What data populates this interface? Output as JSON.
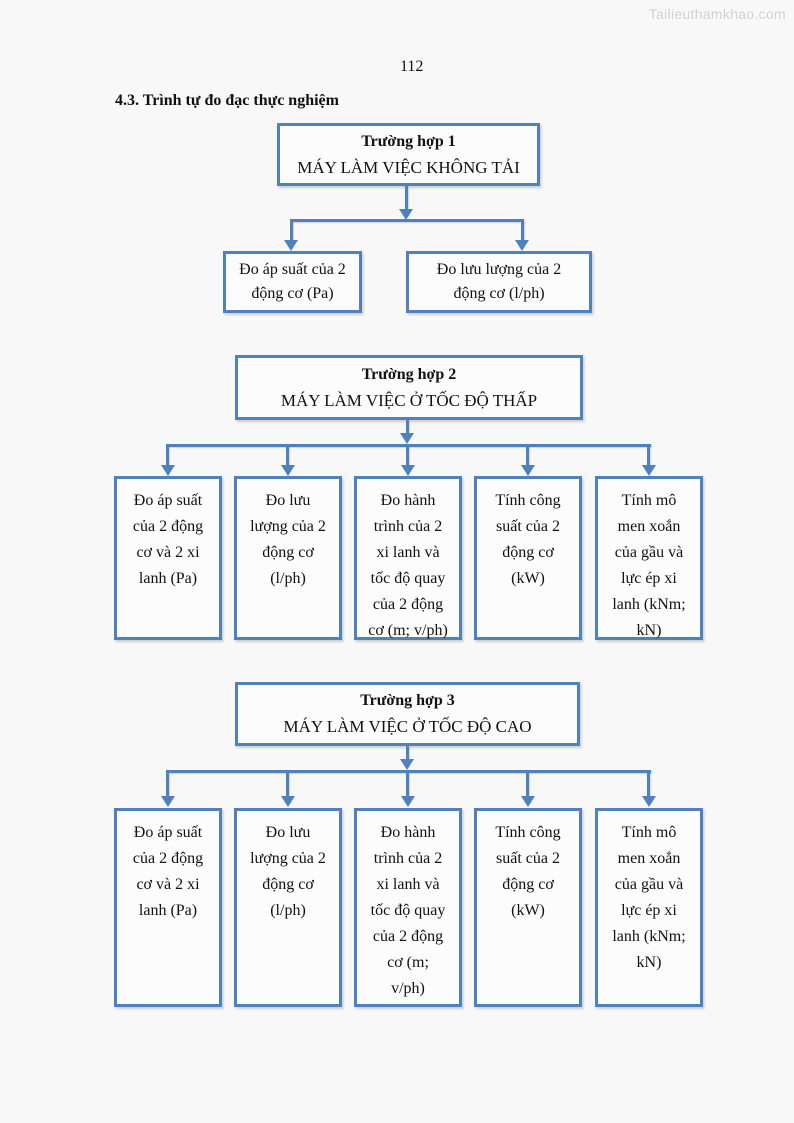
{
  "watermark": "Tailieuthamkhao.com",
  "page_number": "112",
  "heading": "4.3. Trình tự đo đạc thực nghiệm",
  "colors": {
    "accent": "#4f81bd",
    "page_background": "#f8f8f8",
    "box_background": "#fcfcfc",
    "text": "#111111",
    "watermark_gray": "#d0d0d0"
  },
  "diagrams": [
    {
      "case_title": "Trường hợp 1",
      "case_subtitle": "MÁY LÀM VIỆC KHÔNG TẢI",
      "children": [
        "Đo áp suất của 2\nđộng cơ (Pa)",
        "Đo lưu lượng của 2\nđộng cơ (l/ph)"
      ]
    },
    {
      "case_title": "Trường hợp 2",
      "case_subtitle": "MÁY LÀM VIỆC Ở TỐC ĐỘ THẤP",
      "children": [
        "Đo áp suất\ncủa 2 động\ncơ và 2 xi\nlanh (Pa)",
        "Đo lưu\nlượng của 2\nđộng cơ\n(l/ph)",
        "Đo hành\ntrình của 2\nxi lanh và\ntốc độ quay\ncủa 2 động\ncơ (m; v/ph)",
        "Tính công\nsuất của 2\nđộng cơ\n(kW)",
        "Tính mô\nmen xoắn\ncủa gầu và\nlực ép xi\nlanh (kNm;\nkN)"
      ]
    },
    {
      "case_title": "Trường hợp 3",
      "case_subtitle": "MÁY LÀM VIỆC Ở TỐC ĐỘ CAO",
      "children": [
        "Đo áp suất\ncủa 2 động\ncơ và 2 xi\nlanh (Pa)",
        "Đo lưu\nlượng của 2\nđộng cơ\n(l/ph)",
        "Đo hành\ntrình của 2\nxi lanh và\ntốc độ quay\ncủa 2 động\ncơ (m;\nv/ph)",
        "Tính công\nsuất của 2\nđộng cơ\n(kW)",
        "Tính mô\nmen xoắn\ncủa gầu và\nlực ép xi\nlanh (kNm;\nkN)"
      ]
    }
  ]
}
